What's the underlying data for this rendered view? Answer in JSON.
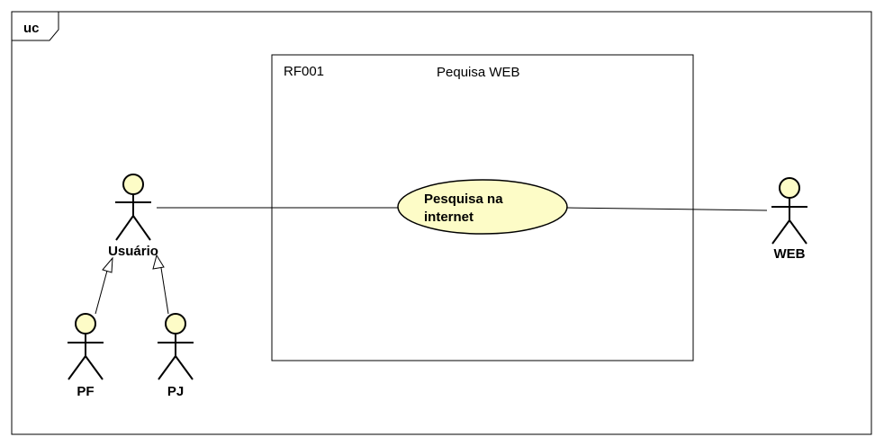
{
  "frame": {
    "tag": "uc"
  },
  "system": {
    "id": "RF001",
    "name": "Pequisa WEB"
  },
  "use_case": {
    "line1": "Pesquisa na",
    "line2": "internet"
  },
  "actors": {
    "usuario": "Usuário",
    "pf": "PF",
    "pj": "PJ",
    "web": "WEB"
  },
  "colors": {
    "actor_head": "#fdfcc7",
    "use_case_fill": "#fdfcc7",
    "stroke": "#000000",
    "background": "#ffffff"
  }
}
